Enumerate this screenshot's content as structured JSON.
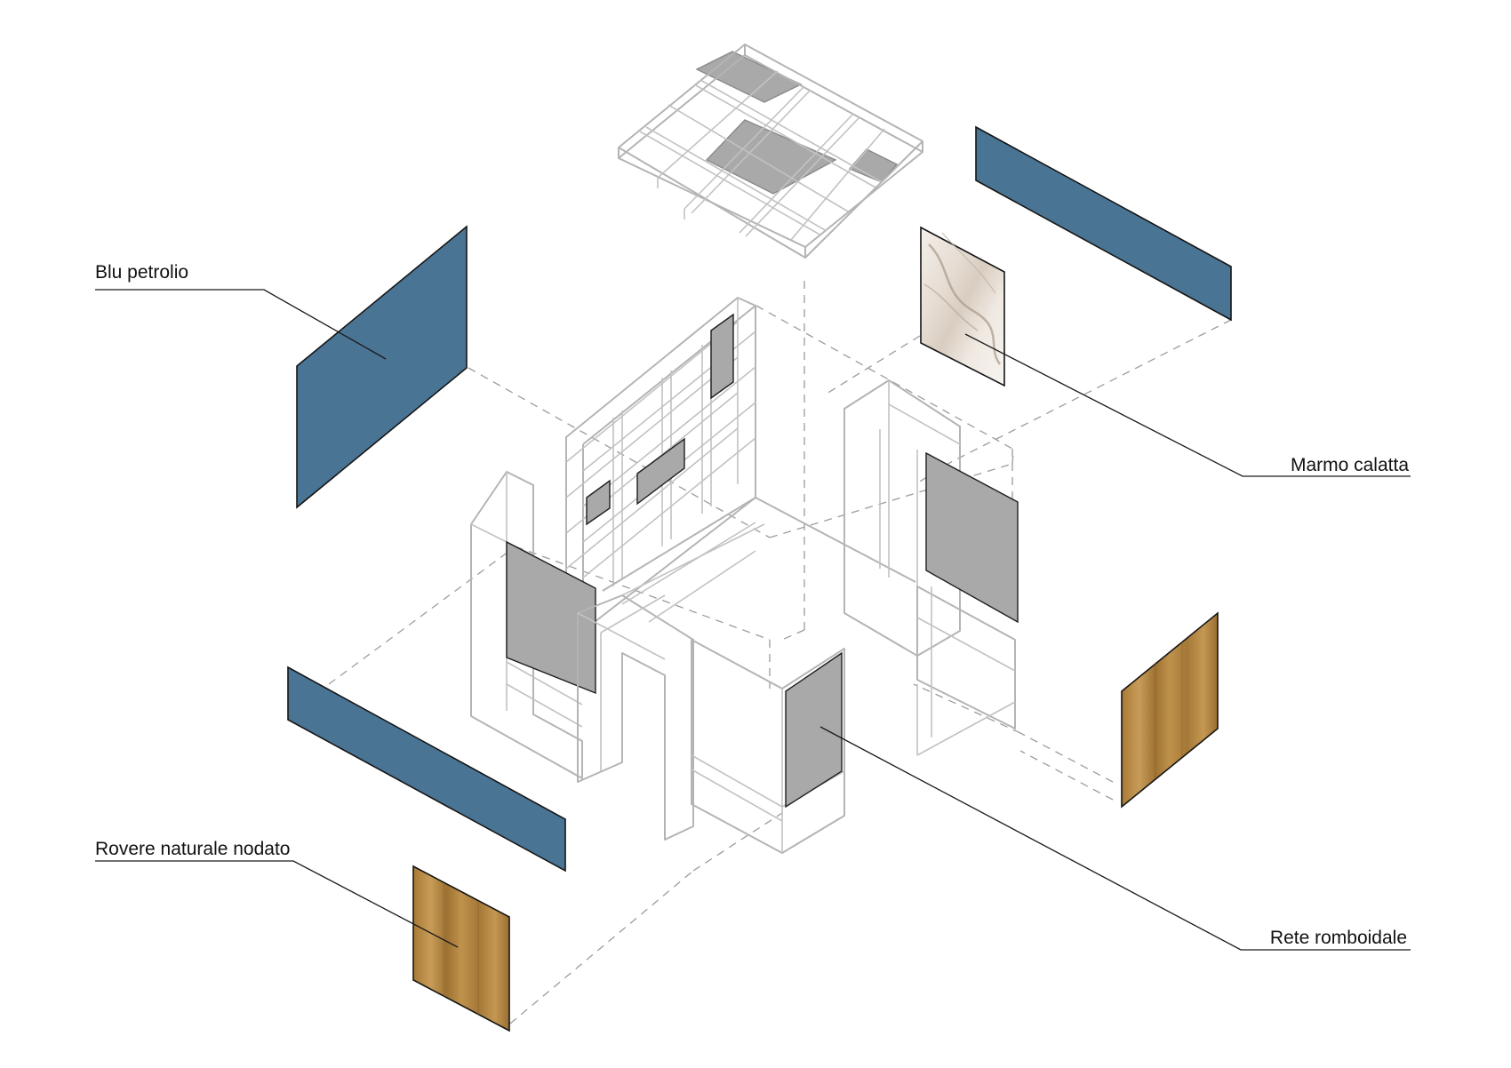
{
  "labels": {
    "blu_petrolio": "Blu petrolio",
    "marmo_calatta": "Marmo calatta",
    "rovere_naturale_nodato": "Rovere naturale nodato",
    "rete_romboidale": "Rete romboidale"
  },
  "colors": {
    "blue_petrol": "#4a7494",
    "oak": "#b58a46",
    "mesh_grey": "#a9a9a9",
    "frame_grey": "#b4b4b4",
    "marble": "#f1ece6"
  }
}
